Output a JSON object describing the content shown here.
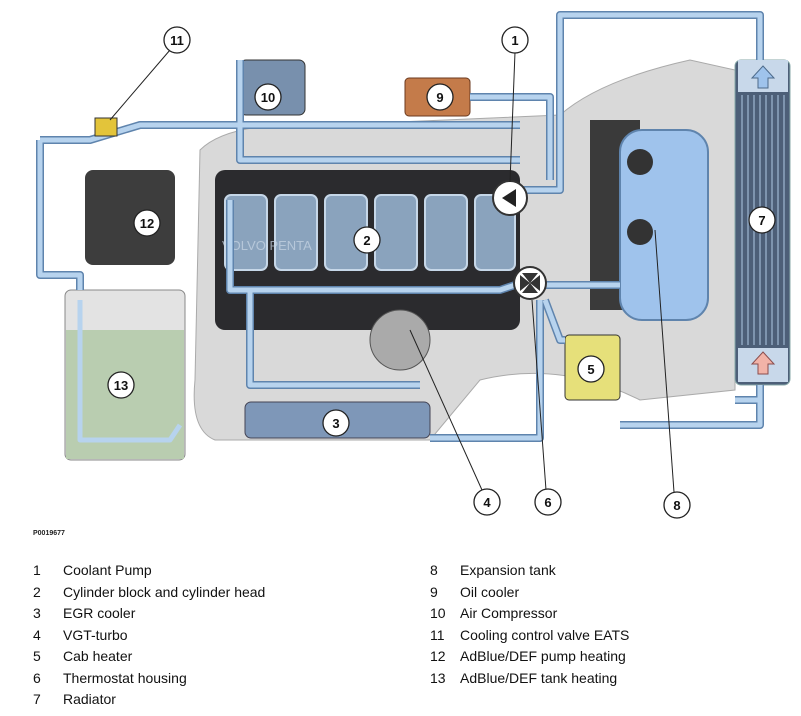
{
  "figure_code": "P0019677",
  "watermark": "VOLVO PENTA",
  "colors": {
    "coolant_pipe": "#b7d3ee",
    "pipe_outline": "#5f84ad",
    "engine_block": "#2b2b2e",
    "tank_fluid": "#b9cdb0",
    "expansion_tank": "#9fc3ec",
    "hot_arrow": "#f2b3a8"
  },
  "parts": [
    {
      "number": "1",
      "label": "Coolant Pump"
    },
    {
      "number": "2",
      "label": "Cylinder block and cylinder head"
    },
    {
      "number": "3",
      "label": "EGR cooler"
    },
    {
      "number": "4",
      "label": "VGT-turbo"
    },
    {
      "number": "5",
      "label": "Cab heater"
    },
    {
      "number": "6",
      "label": "Thermostat housing"
    },
    {
      "number": "7",
      "label": "Radiator"
    },
    {
      "number": "8",
      "label": "Expansion tank"
    },
    {
      "number": "9",
      "label": "Oil cooler"
    },
    {
      "number": "10",
      "label": "Air Compressor"
    },
    {
      "number": "11",
      "label": "Cooling control valve EATS"
    },
    {
      "number": "12",
      "label": "AdBlue/DEF pump heating"
    },
    {
      "number": "13",
      "label": "AdBlue/DEF tank heating"
    }
  ]
}
